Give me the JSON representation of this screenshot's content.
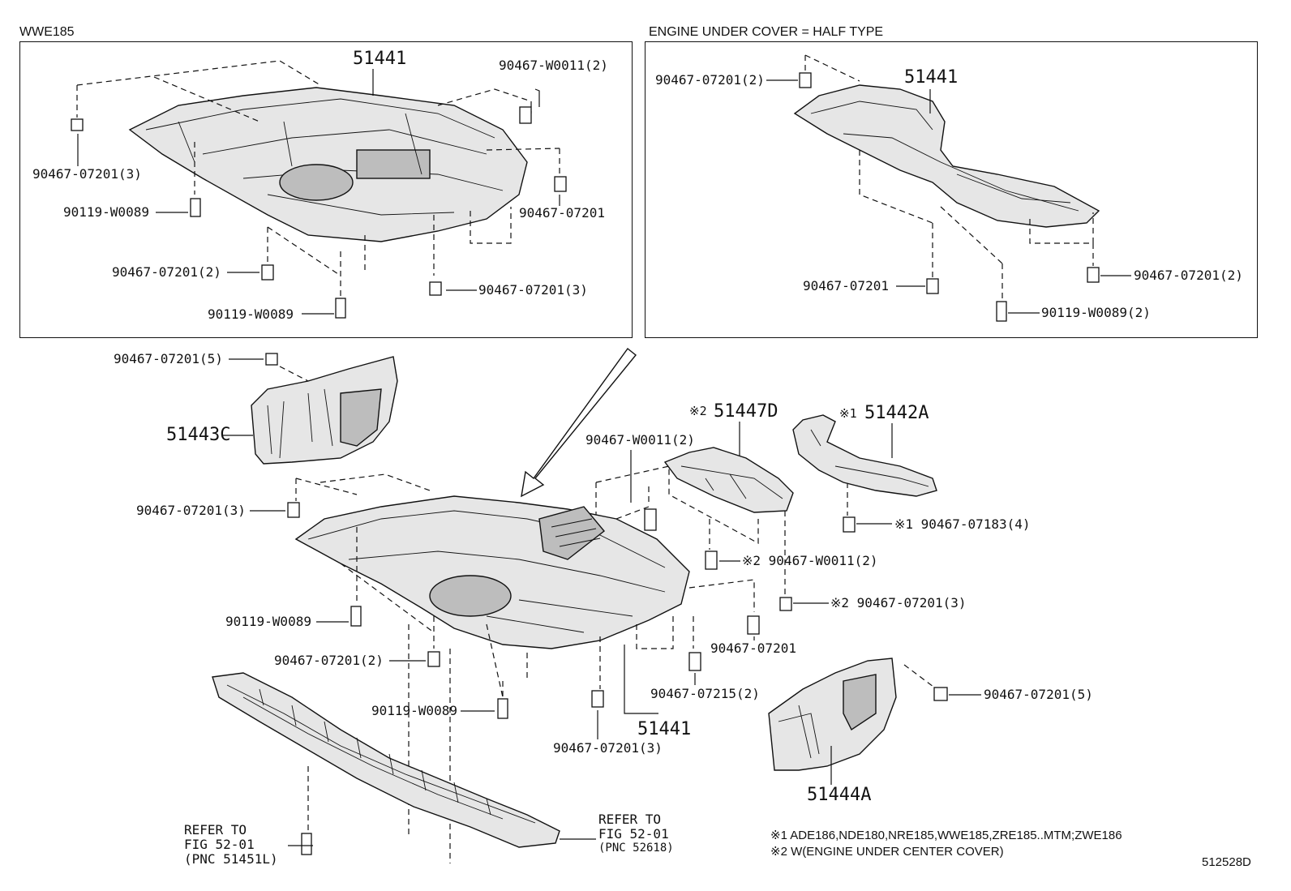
{
  "headers": {
    "left_panel": "WWE185",
    "right_panel": "ENGINE UNDER COVER = HALF TYPE"
  },
  "left_panel": {
    "part_main": "51441",
    "callouts": {
      "clip_top_right": "90467-W0011(2)",
      "clip_left": "90467-07201(3)",
      "bolt_left": "90119-W0089",
      "clip_right": "90467-07201",
      "clip_bottom_left": "90467-07201(2)",
      "clip_bottom_right": "90467-07201(3)",
      "bolt_bottom": "90119-W0089"
    }
  },
  "right_panel": {
    "part_main": "51441",
    "callouts": {
      "clip_top": "90467-07201(2)",
      "clip_mid": "90467-07201",
      "clip_right": "90467-07201(2)",
      "bolt_bottom": "90119-W0089(2)"
    }
  },
  "main": {
    "parts": {
      "cover_left": "51443C",
      "cover_center_top": "51447D",
      "cover_center_top_mark": "※2",
      "cover_right_top": "51442A",
      "cover_right_top_mark": "※1",
      "cover_main": "51441",
      "cover_right_bottom": "51444A"
    },
    "callouts": {
      "clip_top_left": "90467-07201(5)",
      "clip_left": "90467-07201(3)",
      "bolt_left": "90119-W0089",
      "clip_bottom_left": "90467-07201(2)",
      "bolt_bottom": "90119-W0089",
      "clip_center_top": "90467-W0011(2)",
      "clip_center_right": "※2 90467-W0011(2)",
      "clip_center_right2": "※2 90467-07201(3)",
      "clip_right_top": "※1 90467-07183(4)",
      "clip_center": "90467-07201",
      "clip_center_bottom": "90467-07215(2)",
      "clip_bottom_center": "90467-07201(3)",
      "clip_right_bottom": "90467-07201(5)"
    },
    "refer_left": [
      "REFER TO",
      "FIG 52-01",
      "(PNC 51451L)"
    ],
    "refer_right": [
      "REFER TO",
      "FIG 52-01",
      "(PNC 52618)"
    ]
  },
  "notes": [
    "※1 ADE186,NDE180,NRE185,WWE185,ZRE185..MTM;ZWE186",
    "※2 W(ENGINE UNDER CENTER COVER)"
  ],
  "figure_code": "512528D"
}
